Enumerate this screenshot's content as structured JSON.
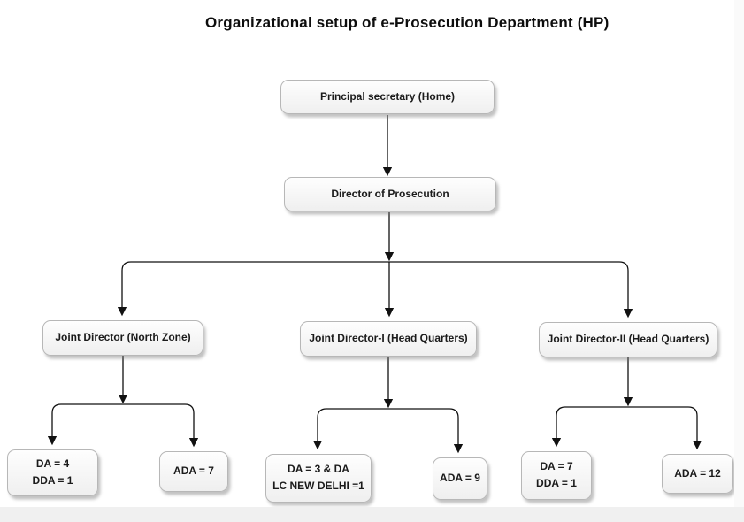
{
  "title": "Organizational setup of e-Prosecution Department (HP)",
  "org": {
    "principal": {
      "label": "Principal secretary (Home)"
    },
    "director": {
      "label": "Director of Prosecution"
    },
    "branches": [
      {
        "label": "Joint Director (North Zone)",
        "children": [
          {
            "lines": [
              "DA = 4",
              "DDA = 1"
            ]
          },
          {
            "lines": [
              "ADA = 7"
            ]
          }
        ]
      },
      {
        "label": "Joint Director-I (Head Quarters)",
        "children": [
          {
            "lines": [
              "DA = 3 & DA",
              "LC NEW DELHI =1"
            ]
          },
          {
            "lines": [
              "ADA = 9"
            ]
          }
        ]
      },
      {
        "label": "Joint Director-II (Head Quarters)",
        "children": [
          {
            "lines": [
              "DA = 7",
              "DDA = 1"
            ]
          },
          {
            "lines": [
              "ADA = 12"
            ]
          }
        ]
      }
    ]
  },
  "colors": {
    "box_fill_top": "#fefefe",
    "box_fill_bottom": "#efefef",
    "box_border": "#b7b7b7",
    "text": "#1b1b1b",
    "connector": "#111111",
    "background": "#ffffff"
  }
}
